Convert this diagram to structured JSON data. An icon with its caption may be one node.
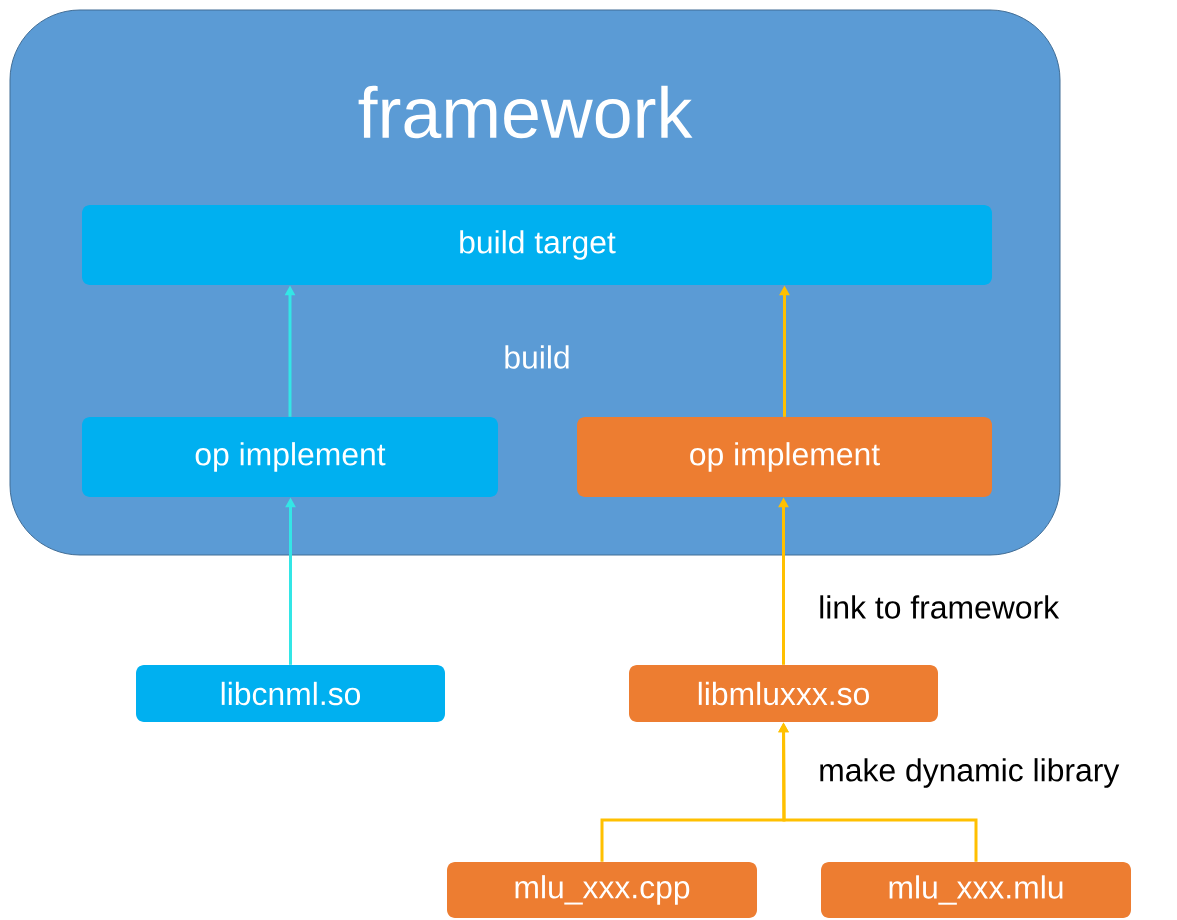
{
  "diagram": {
    "nodes": [
      {
        "text": [
          "framework"
        ]
      },
      {
        "text": [
          "build target"
        ],
        "in": 0
      },
      {
        "text": [
          "op implement"
        ],
        "in": 0
      },
      {
        "text": [
          "op implement"
        ],
        "in": 0
      },
      {
        "text": [
          "libcnml.so"
        ]
      },
      {
        "text": [
          "libmluxxx.so"
        ]
      },
      {
        "text": [
          "mlu_xxx.cpp"
        ]
      },
      {
        "text": [
          "mlu_xxx.mlu"
        ]
      }
    ],
    "edges": [
      {
        "from": 2,
        "to": 1,
        "arrow": "to",
        "color": "#33e6e6"
      },
      {
        "from": 3,
        "to": 1,
        "arrow": "to",
        "color": "#ffc000"
      },
      {
        "from": 4,
        "to": 2,
        "arrow": "to",
        "color": "#33e6e6"
      },
      {
        "from": 5,
        "to": 3,
        "arrow": "to",
        "color": "#ffc000",
        "label": "link to framework"
      },
      {
        "from": 6,
        "to": 5,
        "arrow": "to",
        "color": "#ffc000",
        "label": "make dynamic library"
      },
      {
        "from": 7,
        "to": 5,
        "arrow": "to",
        "color": "#ffc000"
      }
    ],
    "labels": [
      "build"
    ]
  }
}
